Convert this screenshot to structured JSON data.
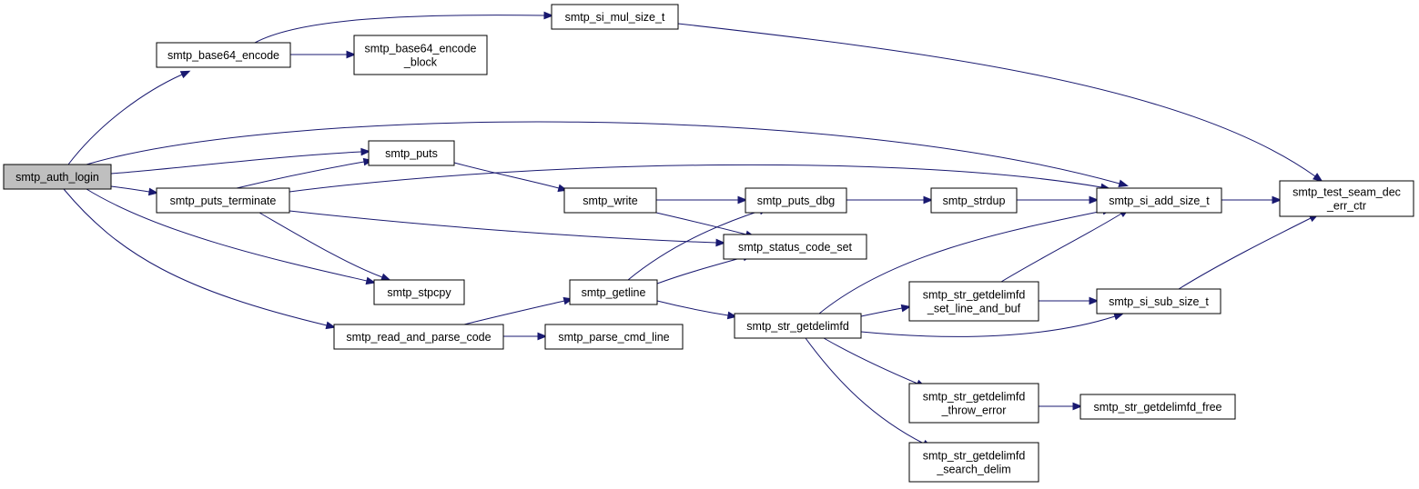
{
  "colors": {
    "edge": "#191970",
    "root_fill": "#bfbfbf",
    "node_fill": "#ffffff",
    "node_border": "#000000"
  },
  "nodes": [
    {
      "id": "smtp_auth_login",
      "lines": [
        "smtp_auth_login"
      ],
      "root": true
    },
    {
      "id": "smtp_base64_encode",
      "lines": [
        "smtp_base64_encode"
      ]
    },
    {
      "id": "smtp_base64_encode_block",
      "lines": [
        "smtp_base64_encode",
        "_block"
      ]
    },
    {
      "id": "smtp_si_mul_size_t",
      "lines": [
        "smtp_si_mul_size_t"
      ]
    },
    {
      "id": "smtp_puts",
      "lines": [
        "smtp_puts"
      ]
    },
    {
      "id": "smtp_puts_terminate",
      "lines": [
        "smtp_puts_terminate"
      ]
    },
    {
      "id": "smtp_write",
      "lines": [
        "smtp_write"
      ]
    },
    {
      "id": "smtp_puts_dbg",
      "lines": [
        "smtp_puts_dbg"
      ]
    },
    {
      "id": "smtp_strdup",
      "lines": [
        "smtp_strdup"
      ]
    },
    {
      "id": "smtp_si_add_size_t",
      "lines": [
        "smtp_si_add_size_t"
      ]
    },
    {
      "id": "smtp_test_seam_dec_err_ctr",
      "lines": [
        "smtp_test_seam_dec",
        "_err_ctr"
      ]
    },
    {
      "id": "smtp_status_code_set",
      "lines": [
        "smtp_status_code_set"
      ]
    },
    {
      "id": "smtp_stpcpy",
      "lines": [
        "smtp_stpcpy"
      ]
    },
    {
      "id": "smtp_getline",
      "lines": [
        "smtp_getline"
      ]
    },
    {
      "id": "smtp_read_and_parse_code",
      "lines": [
        "smtp_read_and_parse_code"
      ]
    },
    {
      "id": "smtp_parse_cmd_line",
      "lines": [
        "smtp_parse_cmd_line"
      ]
    },
    {
      "id": "smtp_str_getdelimfd",
      "lines": [
        "smtp_str_getdelimfd"
      ]
    },
    {
      "id": "smtp_str_getdelimfd_set_line_and_buf",
      "lines": [
        "smtp_str_getdelimfd",
        "_set_line_and_buf"
      ]
    },
    {
      "id": "smtp_si_sub_size_t",
      "lines": [
        "smtp_si_sub_size_t"
      ]
    },
    {
      "id": "smtp_str_getdelimfd_throw_error",
      "lines": [
        "smtp_str_getdelimfd",
        "_throw_error"
      ]
    },
    {
      "id": "smtp_str_getdelimfd_free",
      "lines": [
        "smtp_str_getdelimfd_free"
      ]
    },
    {
      "id": "smtp_str_getdelimfd_search_delim",
      "lines": [
        "smtp_str_getdelimfd",
        "_search_delim"
      ]
    }
  ],
  "edges": [
    [
      "smtp_auth_login",
      "smtp_base64_encode"
    ],
    [
      "smtp_auth_login",
      "smtp_si_add_size_t"
    ],
    [
      "smtp_auth_login",
      "smtp_puts"
    ],
    [
      "smtp_auth_login",
      "smtp_puts_terminate"
    ],
    [
      "smtp_auth_login",
      "smtp_stpcpy"
    ],
    [
      "smtp_auth_login",
      "smtp_read_and_parse_code"
    ],
    [
      "smtp_base64_encode",
      "smtp_si_mul_size_t"
    ],
    [
      "smtp_base64_encode",
      "smtp_base64_encode_block"
    ],
    [
      "smtp_si_mul_size_t",
      "smtp_test_seam_dec_err_ctr"
    ],
    [
      "smtp_puts",
      "smtp_write"
    ],
    [
      "smtp_puts_terminate",
      "smtp_puts"
    ],
    [
      "smtp_puts_terminate",
      "smtp_si_add_size_t"
    ],
    [
      "smtp_puts_terminate",
      "smtp_status_code_set"
    ],
    [
      "smtp_puts_terminate",
      "smtp_stpcpy"
    ],
    [
      "smtp_write",
      "smtp_puts_dbg"
    ],
    [
      "smtp_write",
      "smtp_status_code_set"
    ],
    [
      "smtp_puts_dbg",
      "smtp_strdup"
    ],
    [
      "smtp_strdup",
      "smtp_si_add_size_t"
    ],
    [
      "smtp_si_add_size_t",
      "smtp_test_seam_dec_err_ctr"
    ],
    [
      "smtp_read_and_parse_code",
      "smtp_getline"
    ],
    [
      "smtp_read_and_parse_code",
      "smtp_parse_cmd_line"
    ],
    [
      "smtp_getline",
      "smtp_puts_dbg"
    ],
    [
      "smtp_getline",
      "smtp_status_code_set"
    ],
    [
      "smtp_getline",
      "smtp_str_getdelimfd"
    ],
    [
      "smtp_str_getdelimfd",
      "smtp_si_add_size_t"
    ],
    [
      "smtp_str_getdelimfd",
      "smtp_str_getdelimfd_set_line_and_buf"
    ],
    [
      "smtp_str_getdelimfd",
      "smtp_si_sub_size_t"
    ],
    [
      "smtp_str_getdelimfd",
      "smtp_str_getdelimfd_throw_error"
    ],
    [
      "smtp_str_getdelimfd",
      "smtp_str_getdelimfd_search_delim"
    ],
    [
      "smtp_str_getdelimfd_set_line_and_buf",
      "smtp_si_add_size_t"
    ],
    [
      "smtp_str_getdelimfd_set_line_and_buf",
      "smtp_si_sub_size_t"
    ],
    [
      "smtp_si_sub_size_t",
      "smtp_test_seam_dec_err_ctr"
    ],
    [
      "smtp_str_getdelimfd_throw_error",
      "smtp_str_getdelimfd_free"
    ]
  ]
}
